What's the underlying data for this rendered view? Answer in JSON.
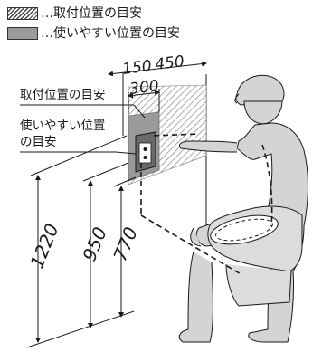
{
  "legend": {
    "installation_area": "…取付位置の目安",
    "easy_to_use_area": "…使いやすい位置の目安"
  },
  "labels": {
    "installation": "取付位置の目安",
    "easy_to_use": [
      "使いやすい位置",
      "の目安"
    ]
  },
  "dimensions": {
    "left_offset": "150",
    "right_offset": "450",
    "panel_width": "300",
    "height_top": "1220",
    "height_mid": "950",
    "height_low": "770"
  },
  "colors": {
    "line": "#1a1a1a",
    "gray_area": "#9a9a9a",
    "person": "#d4d4d4",
    "toilet": "#dcdcdc"
  }
}
